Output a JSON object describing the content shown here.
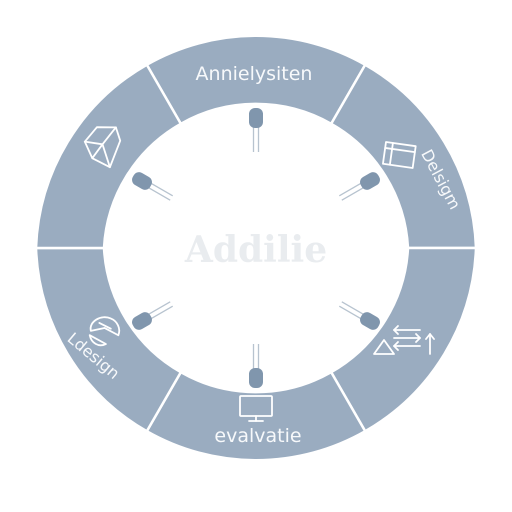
{
  "center_label": "Addilie",
  "segments": [
    {
      "label": "Annielysiten",
      "icon": "document-icon"
    },
    {
      "label": "Delsigm",
      "icon": "layout-icon"
    },
    {
      "label": "",
      "icon": "sort-arrows-icon"
    },
    {
      "label": "evalvatie",
      "icon": "monitor-icon"
    },
    {
      "label": "Ldesign",
      "icon": "bandage-icon"
    },
    {
      "label": "",
      "icon": "gem-icon"
    }
  ],
  "colors": {
    "ring": "#9aacc0",
    "pin": "#8096ad",
    "center_text": "#e9ecef",
    "divider": "#ffffff"
  }
}
